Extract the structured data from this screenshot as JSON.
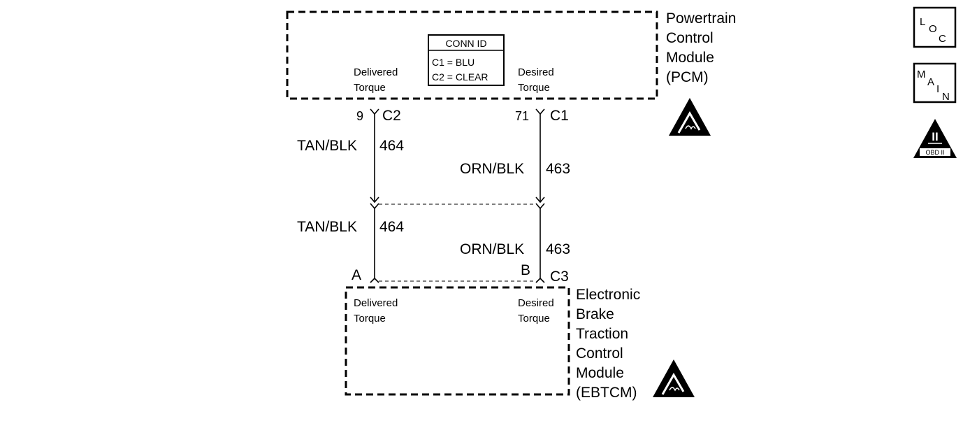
{
  "pcm": {
    "title_lines": [
      "Powertrain",
      "Control",
      "Module",
      "(PCM)"
    ],
    "left_signal": [
      "Delivered",
      "Torque"
    ],
    "right_signal": [
      "Desired",
      "Torque"
    ]
  },
  "conn_id": {
    "header": "CONN ID",
    "line1": "C1 = BLU",
    "line2": "C2 = CLEAR"
  },
  "top_pins": {
    "left_pin": "9",
    "left_conn": "C2",
    "right_pin": "71",
    "right_conn": "C1"
  },
  "wires": {
    "left_color": "TAN/BLK",
    "left_circuit": "464",
    "right_color": "ORN/BLK",
    "right_circuit": "463"
  },
  "bottom_pins": {
    "left_pin": "A",
    "right_pin": "B",
    "conn": "C3"
  },
  "ebtcm": {
    "title_lines": [
      "Electronic",
      "Brake",
      "Traction",
      "Control",
      "Module",
      "(EBTCM)"
    ],
    "left_signal": [
      "Delivered",
      "Torque"
    ],
    "right_signal": [
      "Desired",
      "Torque"
    ]
  },
  "icons": {
    "loc": [
      "L",
      "O",
      "C"
    ],
    "main": [
      "M",
      "A",
      "I",
      "N"
    ],
    "obd": [
      "II",
      "OBD II"
    ]
  }
}
